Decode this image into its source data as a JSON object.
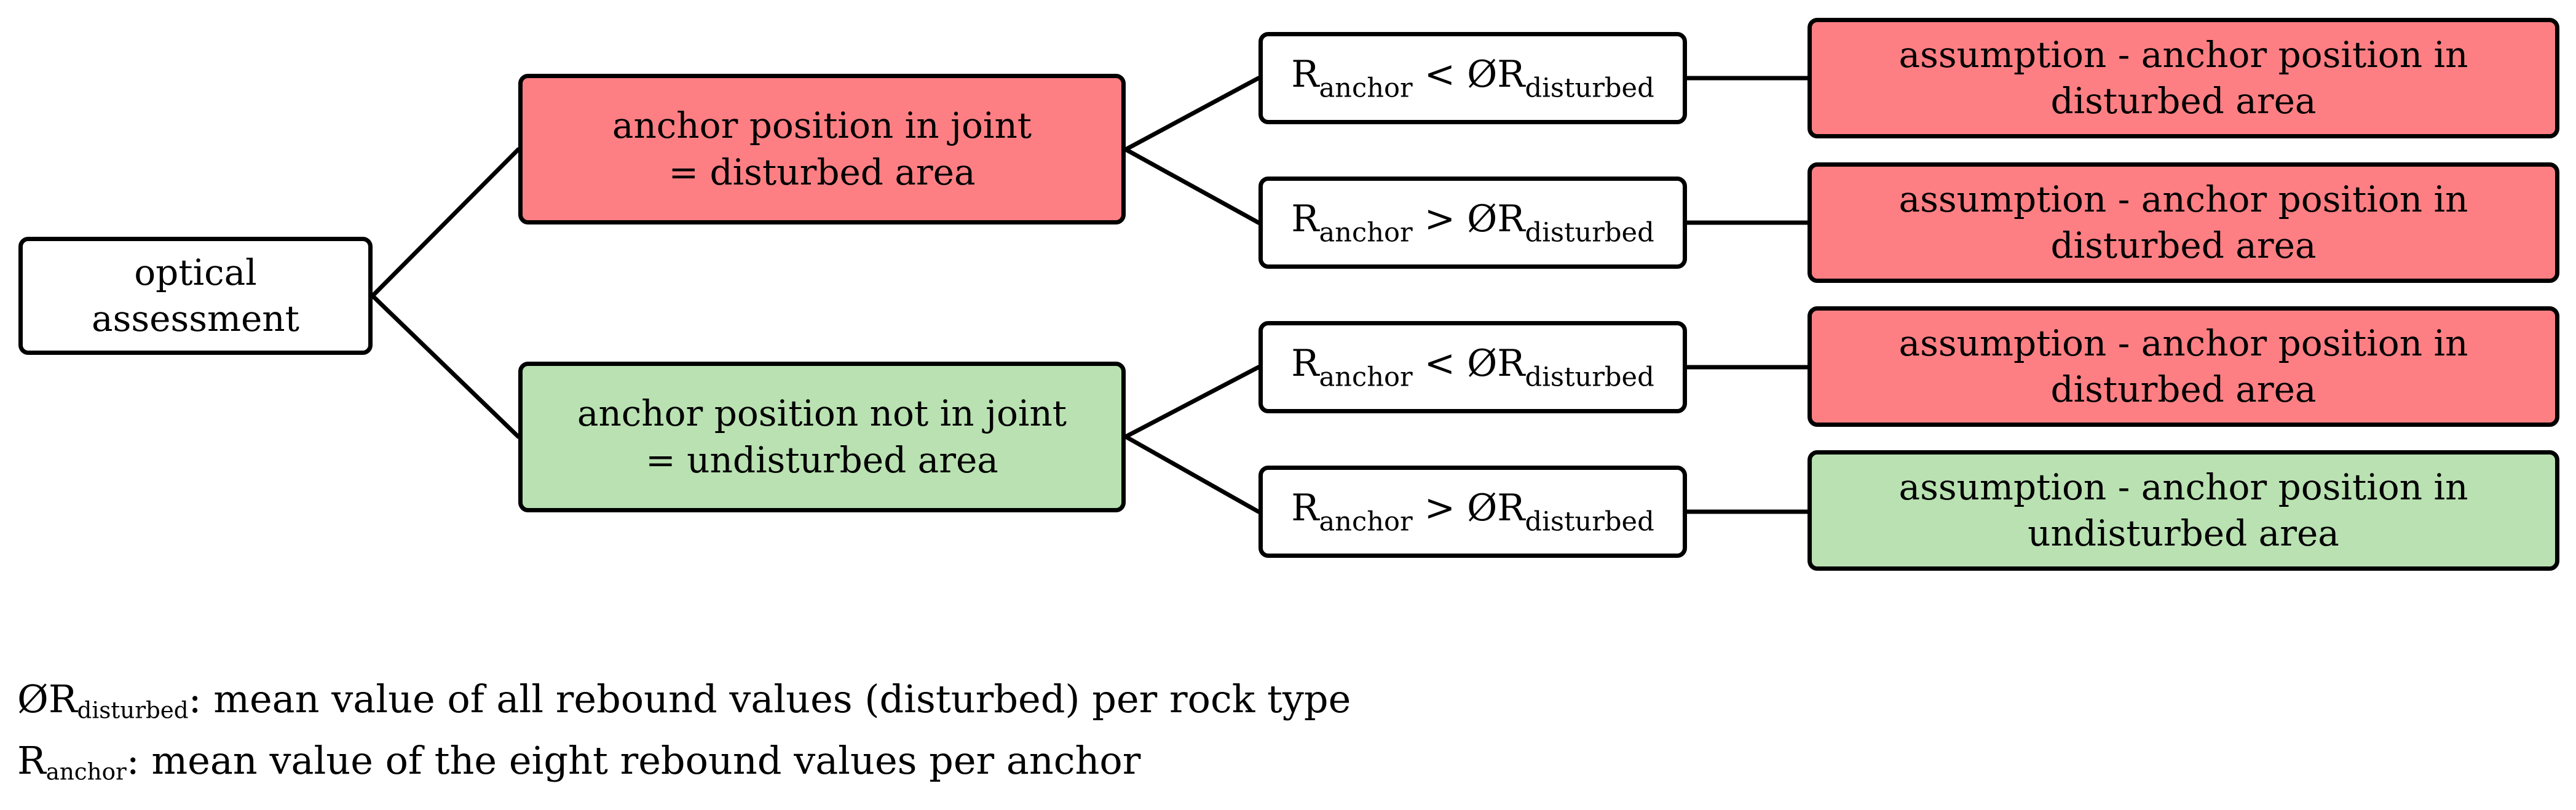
{
  "colors": {
    "red": "#fd7f83",
    "green": "#b9e1b1",
    "stroke": "#000000"
  },
  "root": {
    "line1": "optical",
    "line2": "assessment"
  },
  "branches": [
    {
      "line1": "anchor position in joint",
      "line2": "= disturbed area",
      "color": "red"
    },
    {
      "line1": "anchor position not in joint",
      "line2": "= undisturbed area",
      "color": "green"
    }
  ],
  "conditions": [
    {
      "r": "R",
      "r_sub": "anchor",
      "op": " < ",
      "mean": "ØR",
      "mean_sub": "disturbed"
    },
    {
      "r": "R",
      "r_sub": "anchor",
      "op": " > ",
      "mean": "ØR",
      "mean_sub": "disturbed"
    },
    {
      "r": "R",
      "r_sub": "anchor",
      "op": " < ",
      "mean": "ØR",
      "mean_sub": "disturbed"
    },
    {
      "r": "R",
      "r_sub": "anchor",
      "op": " > ",
      "mean": "ØR",
      "mean_sub": "disturbed"
    }
  ],
  "results": [
    {
      "line1": "assumption - anchor position in",
      "line2": "disturbed area",
      "color": "red"
    },
    {
      "line1": "assumption - anchor position in",
      "line2": "disturbed area",
      "color": "red"
    },
    {
      "line1": "assumption - anchor position in",
      "line2": "disturbed area",
      "color": "red"
    },
    {
      "line1": "assumption - anchor position in",
      "line2": "undisturbed area",
      "color": "green"
    }
  ],
  "legend": [
    {
      "symbol": "ØR",
      "symbol_sub": "disturbed",
      "text": ": mean value of all rebound values (disturbed) per rock type"
    },
    {
      "symbol": "R",
      "symbol_sub": "anchor",
      "text": ": mean value of the eight rebound values per anchor"
    }
  ]
}
